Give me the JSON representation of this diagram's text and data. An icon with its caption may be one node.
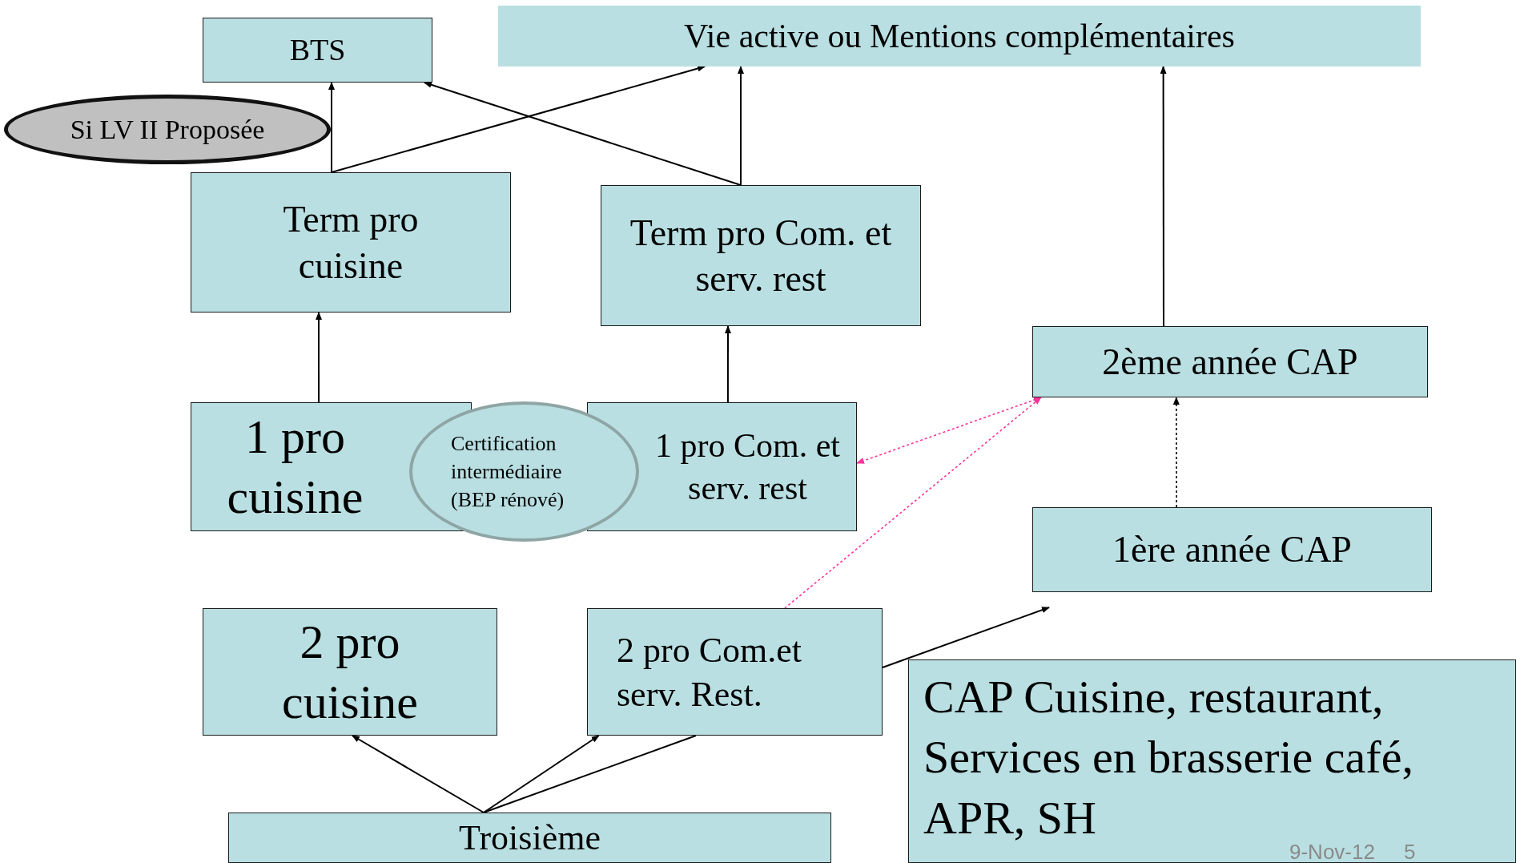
{
  "diagram": {
    "nodes": [
      {
        "text": [
          "BTS"
        ]
      },
      {
        "text": [
          "Vie active ou Mentions complémentaires"
        ]
      },
      {
        "text": [
          "Si LV II Proposée"
        ]
      },
      {
        "text": [
          "Term pro cuisine"
        ]
      },
      {
        "text": [
          "Term pro Com. et serv. rest"
        ]
      },
      {
        "text": [
          "2ème année CAP"
        ]
      },
      {
        "text": [
          "1 pro cuisine"
        ]
      },
      {
        "text": [
          "Certification intermédiaire (BEP rénové)"
        ]
      },
      {
        "text": [
          "1 pro Com. et serv. rest"
        ]
      },
      {
        "text": [
          "1ère année CAP"
        ]
      },
      {
        "text": [
          "2 pro cuisine"
        ]
      },
      {
        "text": [
          "2 pro Com.et serv. Rest."
        ]
      },
      {
        "text": [
          "CAP Cuisine, restaurant, Services en brasserie café, APR, SH"
        ]
      },
      {
        "text": [
          "Troisième"
        ]
      }
    ],
    "edges": [
      {
        "from": 13,
        "to": 10,
        "arrow": "to"
      },
      {
        "from": 13,
        "to": 11,
        "arrow": "to"
      },
      {
        "from": 13,
        "to": 11,
        "arrow": "none"
      },
      {
        "from": 11,
        "to": 9,
        "arrow": "to"
      },
      {
        "from": 11,
        "to": 5,
        "arrow": "to",
        "style": "dashed",
        "color": "#ff3399"
      },
      {
        "from": 8,
        "to": 5,
        "arrow": "both",
        "style": "dashed",
        "color": "#ff3399"
      },
      {
        "from": 9,
        "to": 5,
        "arrow": "to",
        "style": "dashed"
      },
      {
        "from": 5,
        "to": 1,
        "arrow": "to"
      },
      {
        "from": 6,
        "to": 3,
        "arrow": "to"
      },
      {
        "from": 8,
        "to": 4,
        "arrow": "to"
      },
      {
        "from": 3,
        "to": 0,
        "arrow": "to"
      },
      {
        "from": 3,
        "to": 1,
        "arrow": "to"
      },
      {
        "from": 4,
        "to": 0,
        "arrow": "to"
      },
      {
        "from": 4,
        "to": 1,
        "arrow": "to"
      }
    ],
    "labels": [
      "9-Nov-12",
      "5"
    ]
  }
}
